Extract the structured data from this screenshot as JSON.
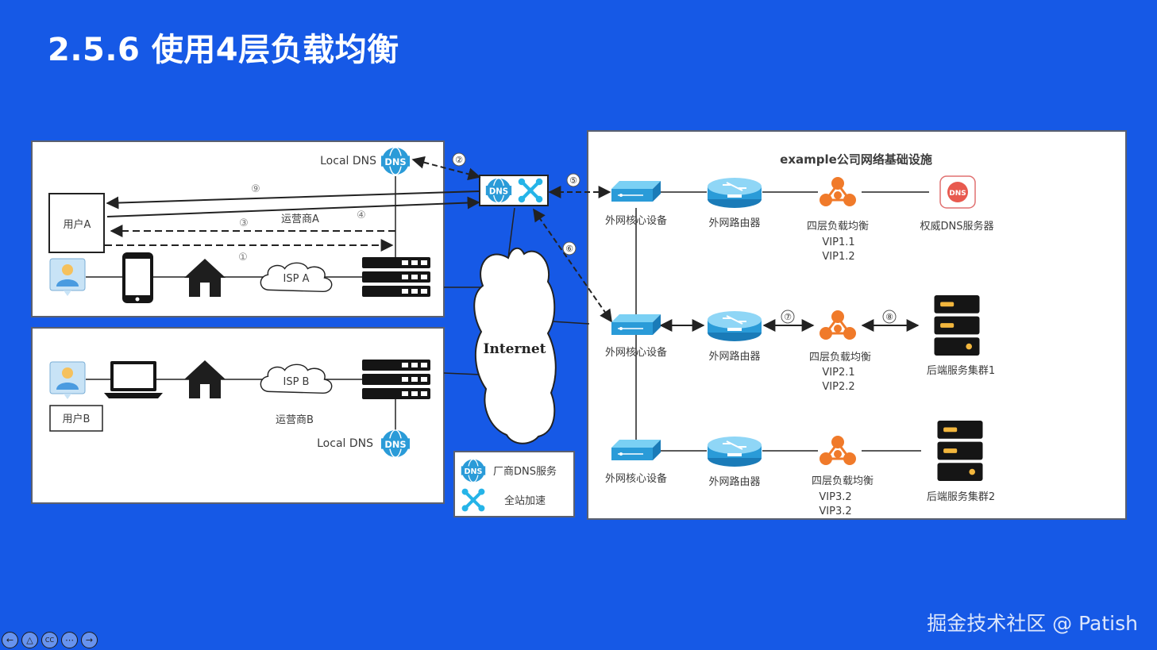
{
  "title": "2.5.6 使用4层负载均衡",
  "colors": {
    "background": "#1659e6",
    "dns_blue": "#2a9bd8",
    "accent_cyan": "#25b4e8",
    "orange": "#f07a2a",
    "dark": "#151515"
  },
  "user_panel_a": {
    "user_label": "用户A",
    "isp_label": "ISP A",
    "carrier_label": "运营商A",
    "local_dns_label": "Local DNS",
    "icons": [
      "user-avatar-icon",
      "phone-icon",
      "house-icon",
      "cloud-icon",
      "server-rack-icon",
      "dns-icon"
    ]
  },
  "user_panel_b": {
    "user_label": "用户B",
    "isp_label": "ISP B",
    "carrier_label": "运营商B",
    "local_dns_label": "Local DNS",
    "icons": [
      "user-avatar-icon",
      "laptop-icon",
      "house-icon",
      "cloud-icon",
      "server-rack-icon",
      "dns-icon"
    ]
  },
  "step_numbers": [
    "①",
    "②",
    "③",
    "④",
    "⑤",
    "⑥",
    "⑦",
    "⑧",
    "⑨"
  ],
  "internet_label": "Internet",
  "legend": {
    "items": [
      {
        "icon": "dns-icon",
        "label": "厂商DNS服务"
      },
      {
        "icon": "cdn-cross-icon",
        "label": "全站加速"
      }
    ]
  },
  "infrastructure": {
    "title": "example公司网络基础设施",
    "rows": [
      {
        "core_label": "外网核心设备",
        "router_label": "外网路由器",
        "lb_label": "四层负载均衡",
        "vips": [
          "VIP1.1",
          "VIP1.2"
        ],
        "target_label": "权威DNS服务器"
      },
      {
        "core_label": "外网核心设备",
        "router_label": "外网路由器",
        "lb_label": "四层负载均衡",
        "vips": [
          "VIP2.1",
          "VIP2.2"
        ],
        "target_label": "后端服务集群1"
      },
      {
        "core_label": "外网核心设备",
        "router_label": "外网路由器",
        "lb_label": "四层负载均衡",
        "vips": [
          "VIP3.2",
          "VIP3.2"
        ],
        "target_label": "后端服务集群2"
      }
    ]
  },
  "watermark": "掘金技术社区 @ Patish",
  "nav_buttons": [
    "prev-icon",
    "triangle-icon",
    "cc-icon",
    "more-icon",
    "next-icon"
  ]
}
